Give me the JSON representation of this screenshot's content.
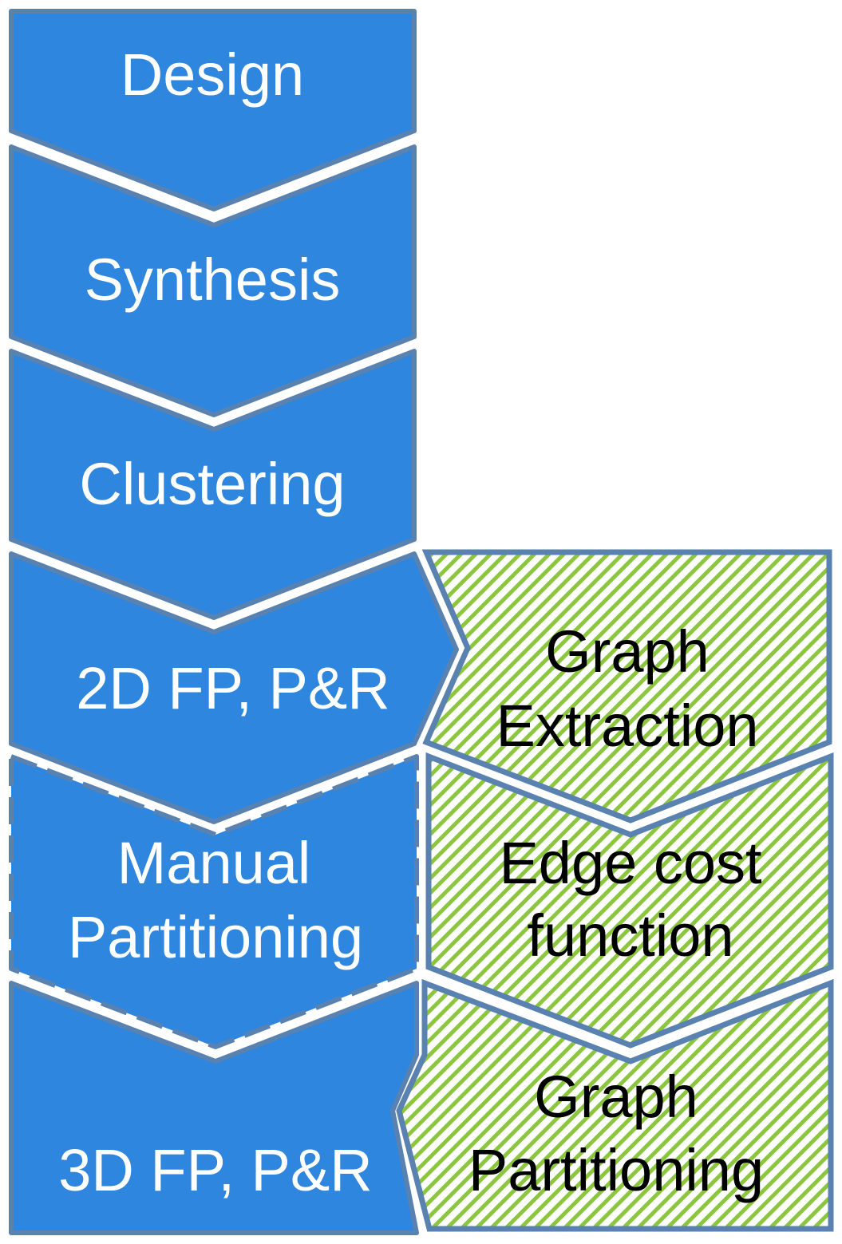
{
  "flow": {
    "design": "Design",
    "synthesis": "Synthesis",
    "clustering": "Clustering",
    "fp2d": "2D FP, P&R",
    "manual_line1": "Manual",
    "manual_line2": "Partitioning",
    "fp3d": "3D FP, P&R"
  },
  "proposed": {
    "extraction_line1": "Graph",
    "extraction_line2": "Extraction",
    "edge_line1": "Edge cost",
    "edge_line2": "function",
    "partition_line1": "Graph",
    "partition_line2": "Partitioning"
  },
  "colors": {
    "step_fill": "#2e86de",
    "step_outline": "#5a82b0",
    "hatch_stripe": "#8cc63f"
  }
}
